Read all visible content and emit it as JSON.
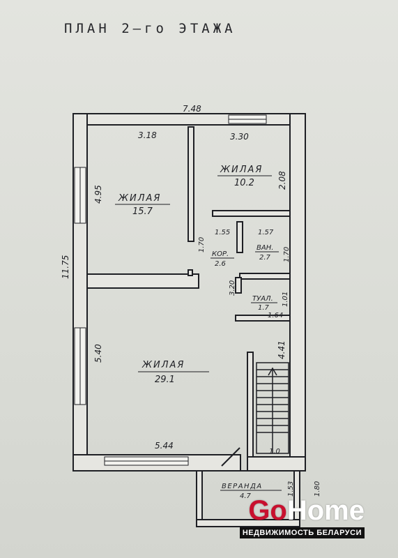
{
  "title": "ПЛАН   2–го  ЭТАЖА",
  "rooms": [
    {
      "name": "ЖИЛАЯ",
      "area": "15.7"
    },
    {
      "name": "ЖИЛАЯ",
      "area": "10.2"
    },
    {
      "name": "КОР.",
      "area": "2.6"
    },
    {
      "name": "ВАН.",
      "area": "2.7"
    },
    {
      "name": "ТУАЛ.",
      "area": "1.7"
    },
    {
      "name": "ЖИЛАЯ",
      "area": "29.1"
    },
    {
      "name": "ВЕРАНДА",
      "area": "4.7"
    }
  ],
  "dimensions": {
    "total_width": "7.48",
    "total_height": "11.75",
    "d_318": "3.18",
    "d_330": "3.30",
    "d_495": "4.95",
    "d_208": "2.08",
    "d_170a": "1.70",
    "d_155": "1.55",
    "d_157": "1.57",
    "d_170b": "1.70",
    "d_320": "3.20",
    "d_101": "1.01",
    "d_164": "1.64",
    "d_441": "4.41",
    "d_540": "5.40",
    "d_544": "5.44",
    "d_10": "1.0",
    "d_153": "1.53",
    "d_180": "1.80"
  },
  "logo": {
    "go": "Go",
    "home": "Home",
    "tagline": "НЕДВИЖИМОСТЬ БЕЛАРУСИ",
    "accent": "#c8102e"
  },
  "colors": {
    "ink": "#1e1f24",
    "wall_fill": "#e6e6e1",
    "paper": "#dcded8"
  }
}
